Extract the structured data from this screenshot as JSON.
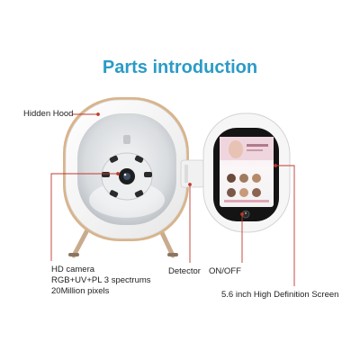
{
  "title": "Parts introduction",
  "labels": {
    "hidden_hood": "Hidden Hood",
    "hd_camera": [
      "HD camera",
      "RGB+UV+PL 3 spectrums",
      "20Million pixels"
    ],
    "detector": "Detector",
    "on_off": "ON/OFF",
    "screen": "5.6 inch High Definition Screen"
  },
  "colors": {
    "title": "#2a9bc7",
    "leader_line": "#c0392b",
    "gold_trim": "#d8b48c"
  },
  "icons": [
    "power-icon",
    "camera-lens-icon"
  ]
}
